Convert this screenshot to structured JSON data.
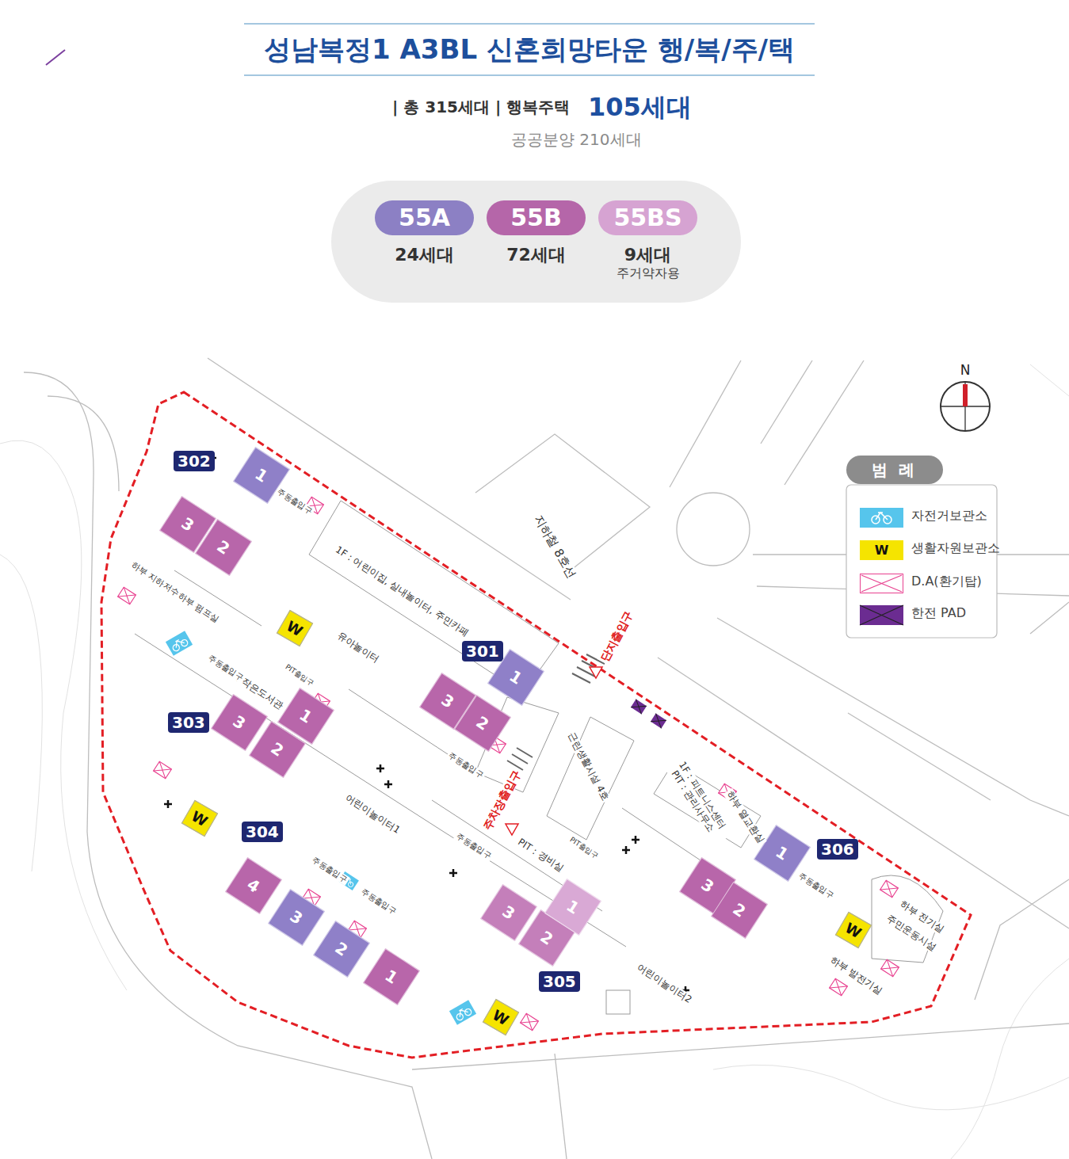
{
  "diagram": {
    "title": "성남복정1 A3BL 신혼희망타운 행/복/주/택",
    "nodes": [
      {
        "text": [
          "55A",
          "24세대"
        ]
      },
      {
        "text": [
          "55B",
          "72세대"
        ]
      },
      {
        "text": [
          "55BS",
          "9세대",
          "주거약자용"
        ]
      },
      {
        "text": [
          "302"
        ]
      },
      {
        "text": [
          "1"
        ]
      },
      {
        "text": [
          "3"
        ]
      },
      {
        "text": [
          "2"
        ]
      },
      {
        "text": [
          "W"
        ]
      },
      {
        "text": [
          "301"
        ]
      },
      {
        "text": [
          "3"
        ]
      },
      {
        "text": [
          "2"
        ]
      },
      {
        "text": [
          "1"
        ]
      },
      {
        "text": [
          "303"
        ]
      },
      {
        "text": [
          "3"
        ]
      },
      {
        "text": [
          "1"
        ]
      },
      {
        "text": [
          "2"
        ]
      },
      {
        "text": [
          "W"
        ]
      },
      {
        "text": [
          "304"
        ]
      },
      {
        "text": [
          "4"
        ]
      },
      {
        "text": [
          "3"
        ]
      },
      {
        "text": [
          "2"
        ]
      },
      {
        "text": [
          "1"
        ]
      },
      {
        "text": [
          "305"
        ]
      },
      {
        "text": [
          "3"
        ]
      },
      {
        "text": [
          "2"
        ]
      },
      {
        "text": [
          "1"
        ]
      },
      {
        "text": [
          "W"
        ]
      },
      {
        "text": [
          "306"
        ]
      },
      {
        "text": [
          "1"
        ]
      },
      {
        "text": [
          "3"
        ]
      },
      {
        "text": [
          "2"
        ]
      },
      {
        "text": [
          "W"
        ]
      }
    ],
    "labels": [
      "| 총 315세대 | 행복주택",
      "105세대",
      "공공분양 210세대",
      "N",
      "지하철 8호선",
      "1F : 어린이집, 실내놀이터, 주민카페",
      "유아놀이터",
      "단지출입구",
      "주차장출입구",
      "근린생활시설 4호",
      "1F : 피트니스센터 PIT : 관리사무소",
      "하부 열교환실",
      "하부 전기실",
      "주민운동시설",
      "하부 발전기실",
      "어린이놀이터2",
      "어린이놀이터1",
      "PIT : 경비실",
      "PIT : 작은도서관",
      "하부 지하저수조",
      "하부 펌프실",
      "주동출입구",
      "주동출입구",
      "주동출입구",
      "주동출입구",
      "주동출입구",
      "주동출입구",
      "주동출입구",
      "범 례",
      "W",
      "PIT출입구",
      "PIT출입구"
    ],
    "legend": [
      {
        "text": "자전거보관소",
        "color": "#56c5ec"
      },
      {
        "text": "생활자원보관소",
        "color": "#f5e400"
      },
      {
        "text": "D.A(환기탑)"
      },
      {
        "text": "한전 PAD",
        "color": "#6b2c91"
      }
    ]
  }
}
